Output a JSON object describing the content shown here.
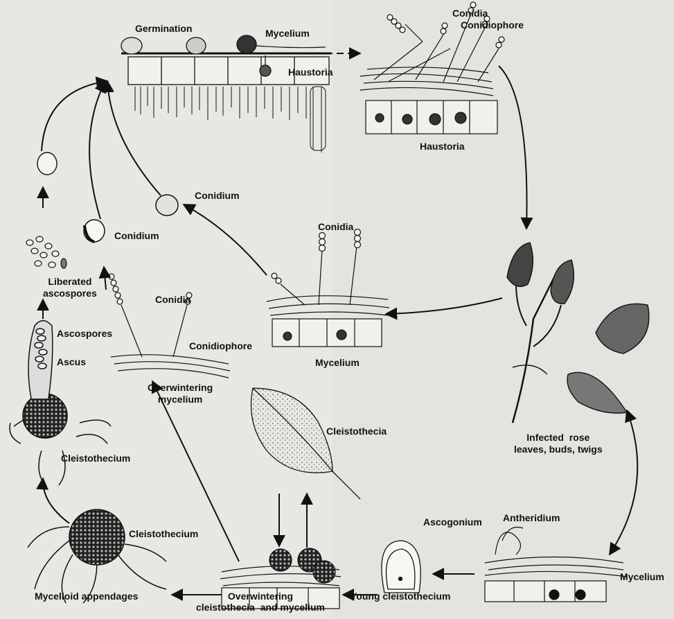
{
  "labels": {
    "germination": "Germination",
    "mycelium_top": "Mycelium",
    "haustoria_top": "Haustoria",
    "conidia_top": "Conidia",
    "conidiophore_top": "Conidiophore",
    "haustoria_right": "Haustoria",
    "conidium_mid": "Conidium",
    "conidium_left": "Conidium",
    "conidia_center": "Conidia",
    "mycelium_center": "Mycelium",
    "liberated_ascospores": "Liberated\nascospores",
    "ascospores": "Ascospores",
    "ascus": "Ascus",
    "cleistothecium_left": "Cleistothecium",
    "conidia_left": "Conidia",
    "conidiophore_left": "Conidiophore",
    "overwintering_mycelium": "Overwintering\nmycelium",
    "cleistothecia_leaf": "Cleistothecia",
    "infected_rose": "Infected  rose\nleaves, buds, twigs",
    "ascogonium": "Ascogonium",
    "antheridium": "Antheridium",
    "mycelium_bottom_right": "Mycelium",
    "cleistothecium_bottom": "Cleistothecium",
    "mycelloid_appendages": "Mycelloid  appendages",
    "overwintering_cleistothecia": "Overwintering\ncleistothecia  and mycelium",
    "young_cleistothecium": "Young cleistothecium"
  }
}
